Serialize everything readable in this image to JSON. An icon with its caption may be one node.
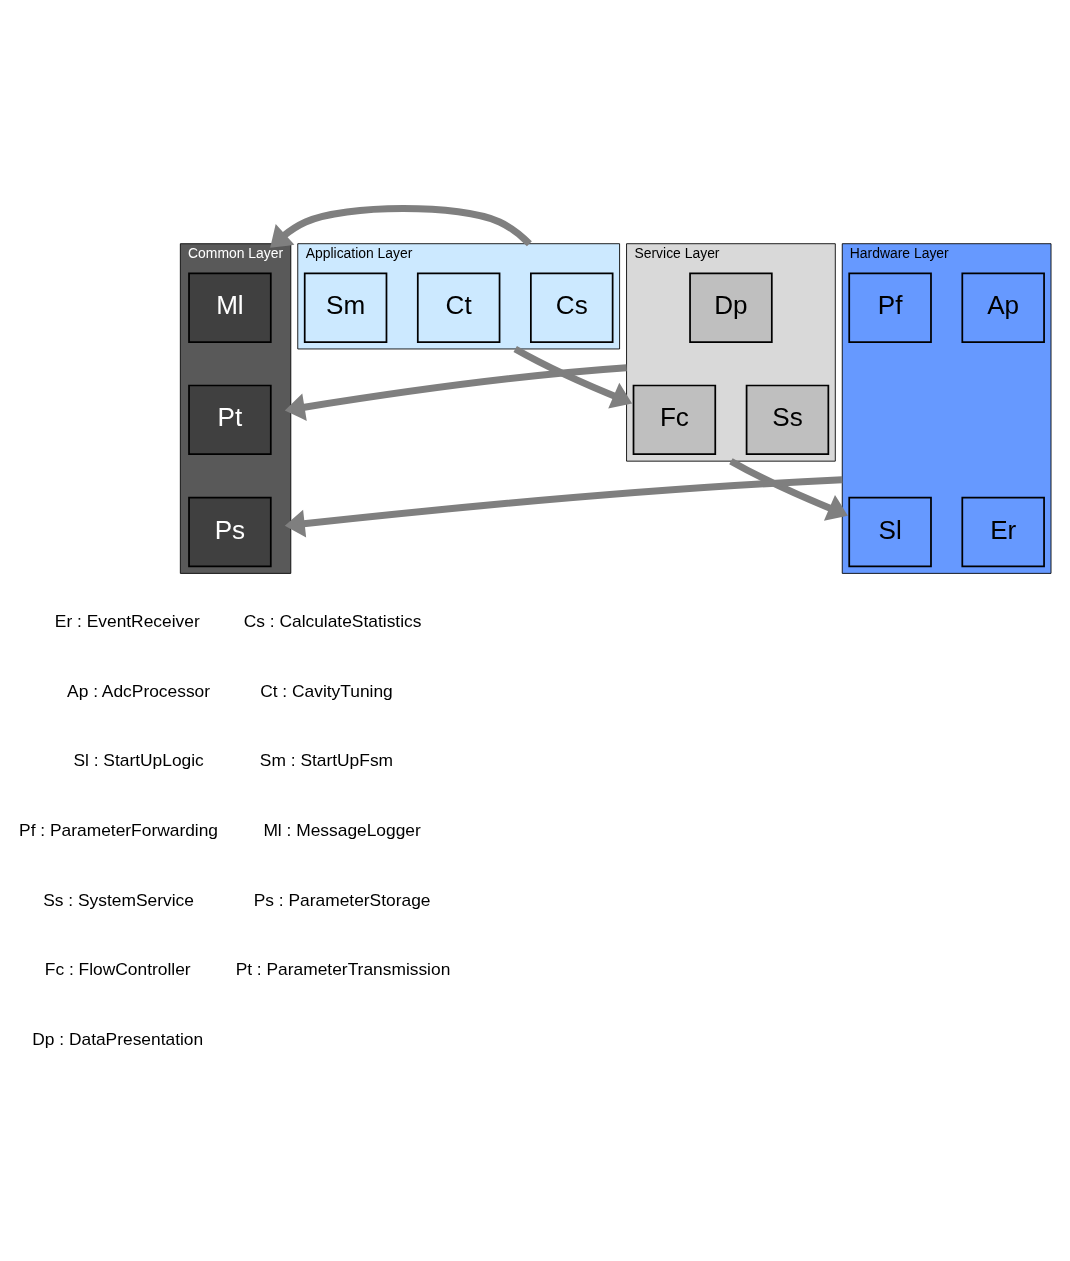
{
  "diagram": {
    "nodes": [
      {
        "text": [
          "Common Layer"
        ]
      },
      {
        "text": [
          "Ml"
        ],
        "in": 0
      },
      {
        "text": [
          "Pt"
        ],
        "in": 0
      },
      {
        "text": [
          "Ps"
        ],
        "in": 0
      },
      {
        "text": [
          "Application Layer"
        ]
      },
      {
        "text": [
          "Cs"
        ],
        "in": 4
      },
      {
        "text": [
          "Ct"
        ],
        "in": 4
      },
      {
        "text": [
          "Sm"
        ],
        "in": 4
      },
      {
        "text": [
          "Service Layer"
        ]
      },
      {
        "text": [
          "Ss"
        ],
        "in": 8
      },
      {
        "text": [
          "Fc"
        ],
        "in": 8
      },
      {
        "text": [
          "Dp"
        ],
        "in": 8
      },
      {
        "text": [
          "Hardware Layer"
        ]
      },
      {
        "text": [
          "Er"
        ],
        "in": 12
      },
      {
        "text": [
          "Ap"
        ],
        "in": 12
      },
      {
        "text": [
          "Sl"
        ],
        "in": 12
      },
      {
        "text": [
          "Pf"
        ],
        "in": 12
      }
    ],
    "edges": [
      {
        "from": 4,
        "to": 0,
        "arrow": "to"
      },
      {
        "from": 4,
        "to": 8,
        "arrow": "to"
      },
      {
        "from": 8,
        "to": 0,
        "arrow": "to"
      },
      {
        "from": 8,
        "to": 12,
        "arrow": "to"
      },
      {
        "from": 12,
        "to": 0,
        "arrow": "to"
      }
    ],
    "labels": [
      "Er : EventReceiver",
      "Cs : CalculateStatistics",
      "Ap : AdcProcessor",
      "Ct : CavityTuning",
      "Sl : StartUpLogic",
      "Sm : StartUpFsm",
      "Pf : ParameterForwarding",
      "Ml : MessageLogger",
      "Ss : SystemService",
      "Ps : ParameterStorage",
      "Fc : FlowController",
      "Pt : ParameterTransmission",
      "Dp : DataPresentation"
    ]
  }
}
